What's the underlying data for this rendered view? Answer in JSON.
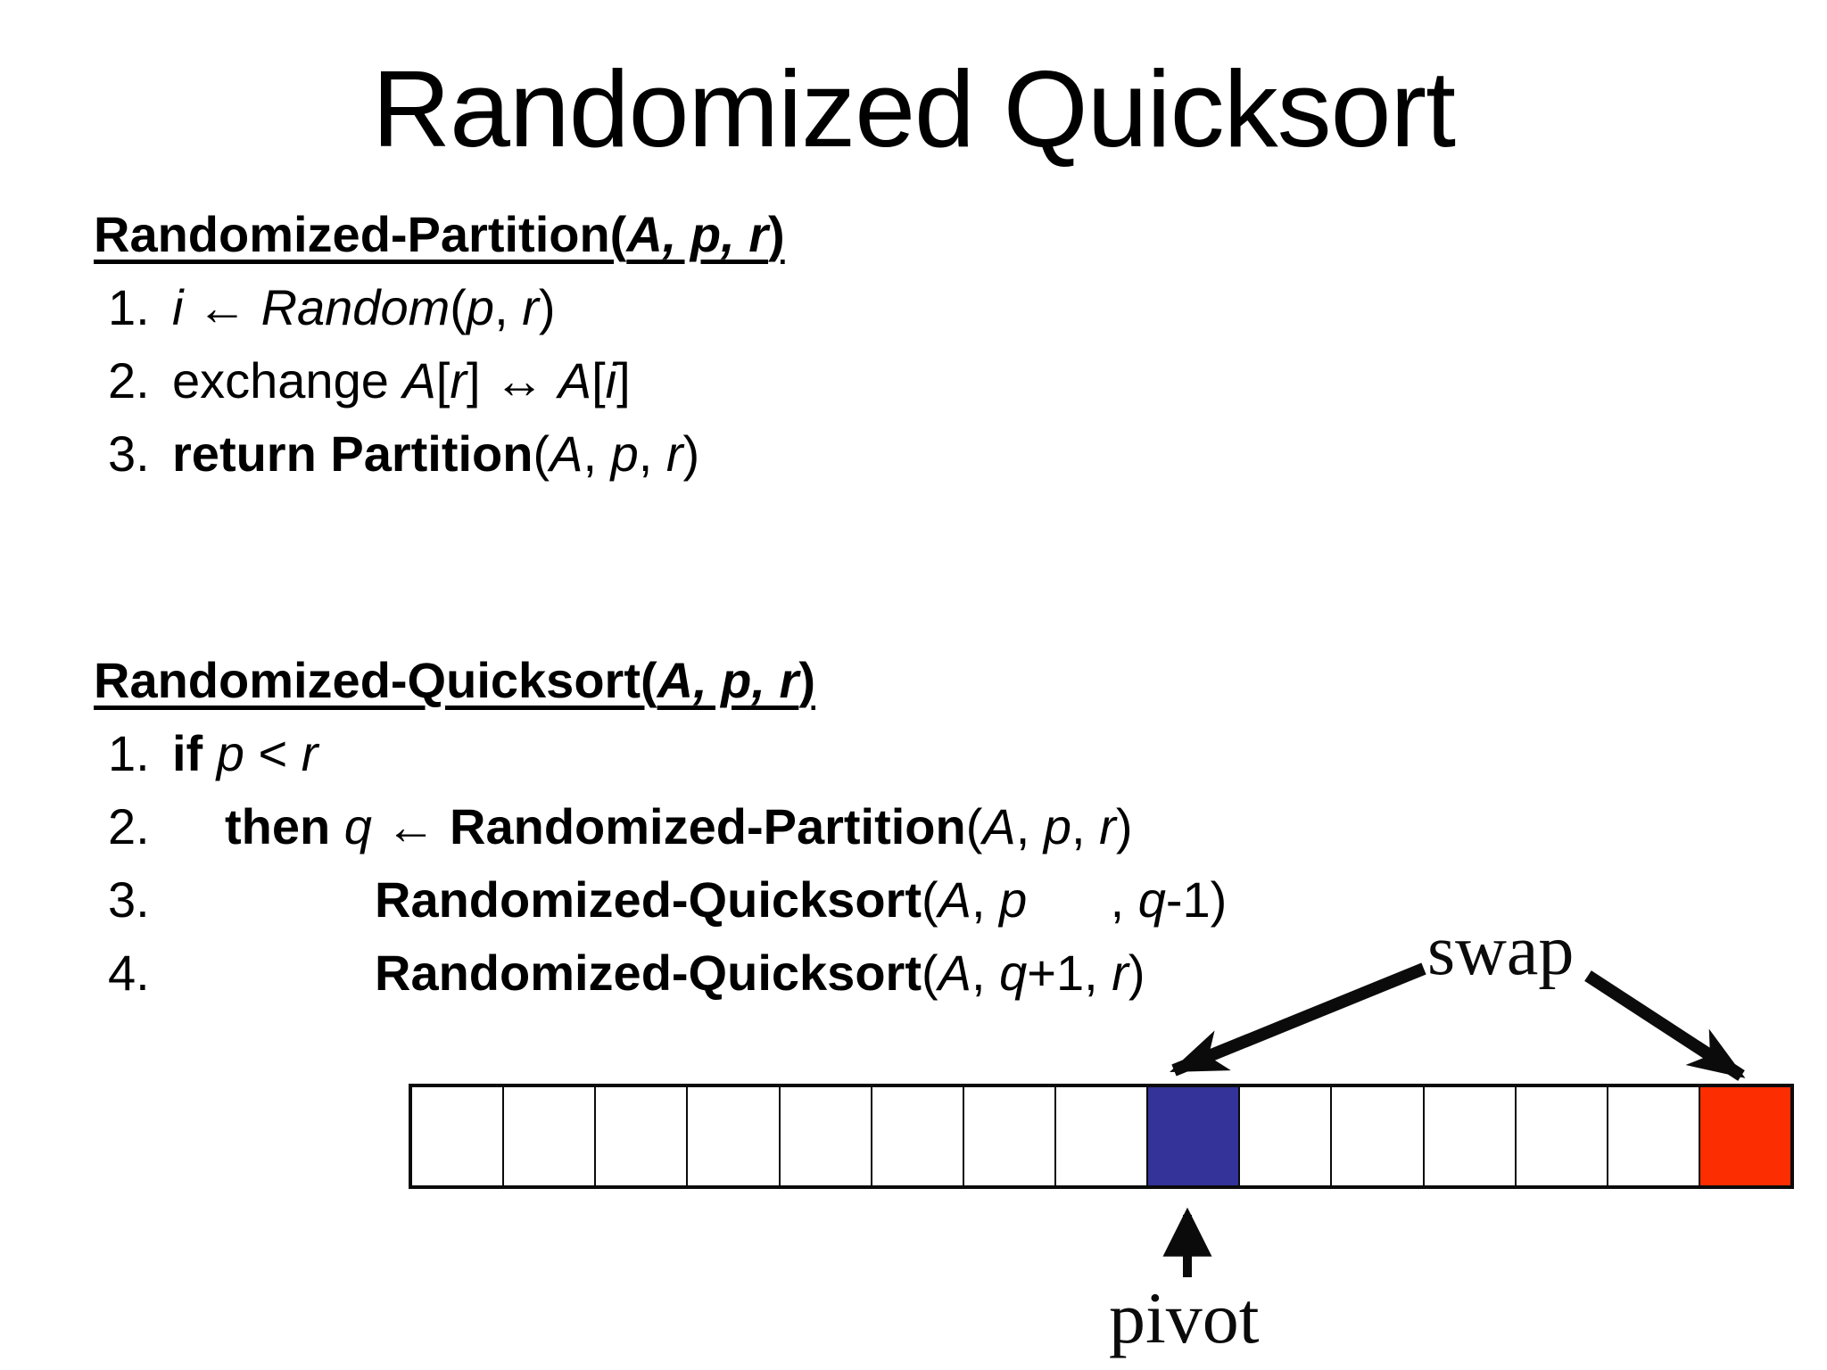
{
  "slide": {
    "title": "Randomized Quicksort",
    "background": "#ffffff",
    "text_color": "#000000"
  },
  "procedures": [
    {
      "heading": [
        {
          "t": "Randomized-Partition(",
          "s": "b"
        },
        {
          "t": "A, p, r",
          "s": "bi"
        },
        {
          "t": ")",
          "s": "b"
        }
      ],
      "lines": [
        {
          "num": "1.",
          "indent": 1,
          "segs": [
            {
              "t": "i",
              "s": "i"
            },
            {
              "t": " ← ",
              "s": ""
            },
            {
              "t": "Random",
              "s": "i"
            },
            {
              "t": "(",
              "s": ""
            },
            {
              "t": "p",
              "s": "i"
            },
            {
              "t": ", ",
              "s": ""
            },
            {
              "t": "r",
              "s": "i"
            },
            {
              "t": ")",
              "s": ""
            }
          ]
        },
        {
          "num": "2.",
          "indent": 1,
          "segs": [
            {
              "t": "exchange ",
              "s": ""
            },
            {
              "t": "A",
              "s": "i"
            },
            {
              "t": "[",
              "s": ""
            },
            {
              "t": "r",
              "s": "i"
            },
            {
              "t": "] ↔ ",
              "s": ""
            },
            {
              "t": "A",
              "s": "i"
            },
            {
              "t": "[",
              "s": ""
            },
            {
              "t": "i",
              "s": "i"
            },
            {
              "t": "]",
              "s": ""
            }
          ]
        },
        {
          "num": "3.",
          "indent": 1,
          "segs": [
            {
              "t": "return Partition",
              "s": "b"
            },
            {
              "t": "(",
              "s": ""
            },
            {
              "t": "A",
              "s": "i"
            },
            {
              "t": ", ",
              "s": ""
            },
            {
              "t": "p",
              "s": "i"
            },
            {
              "t": ", ",
              "s": ""
            },
            {
              "t": "r",
              "s": "i"
            },
            {
              "t": ")",
              "s": ""
            }
          ]
        }
      ]
    },
    {
      "heading": [
        {
          "t": "Randomized-Quicksort(",
          "s": "b"
        },
        {
          "t": "A, p, r",
          "s": "bi"
        },
        {
          "t": ")",
          "s": "b"
        }
      ],
      "lines": [
        {
          "num": "1.",
          "indent": 1,
          "segs": [
            {
              "t": "if ",
              "s": "b"
            },
            {
              "t": "p",
              "s": "i"
            },
            {
              "t": " < ",
              "s": ""
            },
            {
              "t": "r",
              "s": "i"
            }
          ]
        },
        {
          "num": "2.",
          "indent": 2,
          "segs": [
            {
              "t": "then ",
              "s": "b"
            },
            {
              "t": "q",
              "s": "i"
            },
            {
              "t": " ← ",
              "s": ""
            },
            {
              "t": "Randomized-Partition",
              "s": "b"
            },
            {
              "t": "(",
              "s": ""
            },
            {
              "t": "A",
              "s": "i"
            },
            {
              "t": ", ",
              "s": ""
            },
            {
              "t": "p",
              "s": "i"
            },
            {
              "t": ", ",
              "s": ""
            },
            {
              "t": "r",
              "s": "i"
            },
            {
              "t": ")",
              "s": ""
            }
          ]
        },
        {
          "num": "3.",
          "indent": 3,
          "segs": [
            {
              "t": "Randomized-Quicksort",
              "s": "b"
            },
            {
              "t": "(",
              "s": ""
            },
            {
              "t": "A",
              "s": "i"
            },
            {
              "t": ", ",
              "s": ""
            },
            {
              "t": "p",
              "s": "i"
            },
            {
              "t": "      , ",
              "s": ""
            },
            {
              "t": "q",
              "s": "i"
            },
            {
              "t": "-1)",
              "s": ""
            }
          ]
        },
        {
          "num": "4.",
          "indent": 3,
          "segs": [
            {
              "t": "Randomized-Quicksort",
              "s": "b"
            },
            {
              "t": "(",
              "s": ""
            },
            {
              "t": "A",
              "s": "i"
            },
            {
              "t": ", ",
              "s": ""
            },
            {
              "t": "q",
              "s": "i"
            },
            {
              "t": "+1, ",
              "s": ""
            },
            {
              "t": "r",
              "s": "i"
            },
            {
              "t": ")",
              "s": ""
            }
          ]
        }
      ]
    }
  ],
  "diagram": {
    "swap_label": "swap",
    "pivot_label": "pivot",
    "array": {
      "num_cells": 15,
      "pivot_index": 8,
      "swap_index": 14,
      "pivot_color": "#333399",
      "swap_color": "#FC2D00",
      "cell_color": "#ffffff",
      "border_color": "#0b0b0b"
    },
    "arrow_color": "#0b0b0b"
  }
}
